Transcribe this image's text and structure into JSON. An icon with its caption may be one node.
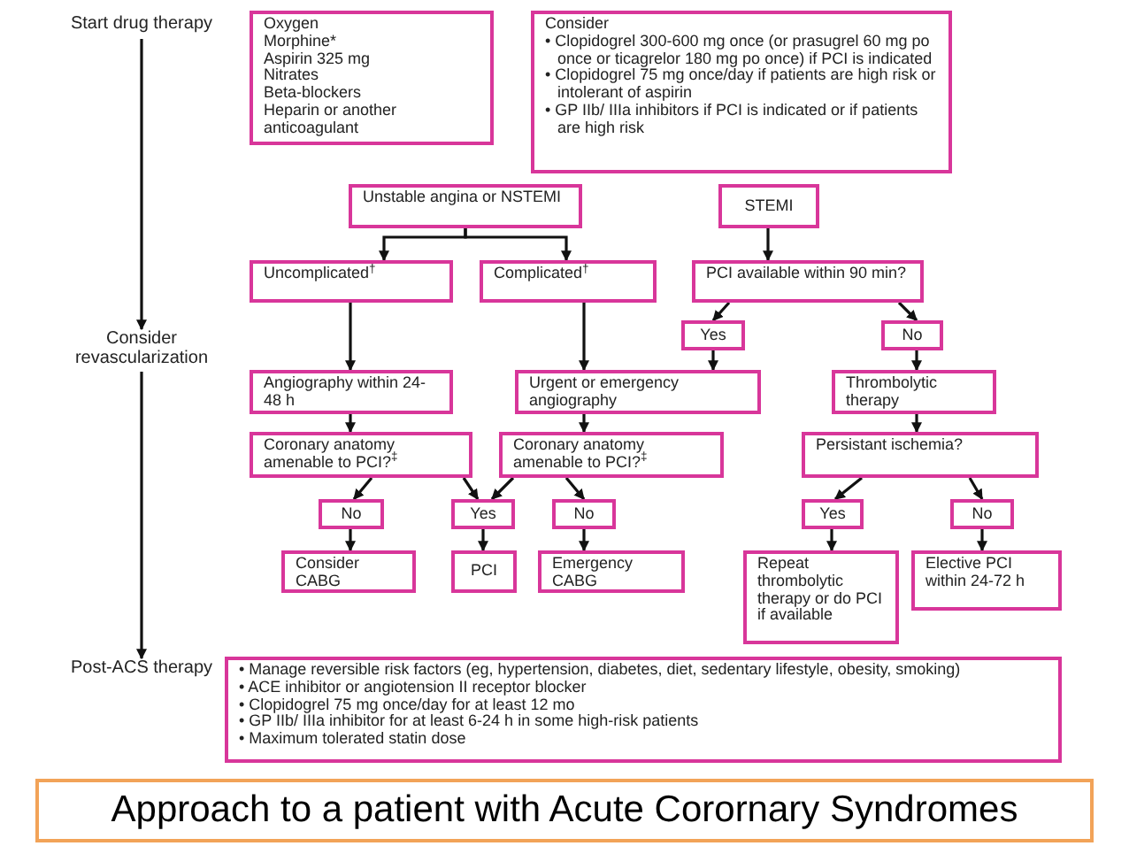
{
  "diagram": {
    "caption": "Approach to a patient with Acute Corornary Syndromes",
    "nodes": [
      {
        "text": [
          "Oxygen",
          "Morphine*",
          "Aspirin 325 mg",
          "Nitrates",
          "Beta-blockers",
          "Heparin or another anticoagulant"
        ]
      },
      {
        "text": [
          "Consider",
          "• Clopidogrel 300-600 mg once (or prasugrel 60 mg po once or ticagrelor 180 mg po once) if PCI is indicated",
          "• Clopidogrel 75 mg once/day if patients are high risk or intolerant of aspirin",
          "• GP IIb/ IIIa inhibitors if PCI is indicated or if patients are high risk"
        ]
      },
      {
        "text": [
          "Unstable angina or NSTEMI"
        ]
      },
      {
        "text": [
          "STEMI"
        ]
      },
      {
        "text": [
          "Uncomplicated$^{†}$"
        ]
      },
      {
        "text": [
          "Complicated$^{†}$"
        ]
      },
      {
        "text": [
          "PCI available within 90 min?"
        ]
      },
      {
        "text": [
          "Yes"
        ]
      },
      {
        "text": [
          "No"
        ]
      },
      {
        "text": [
          "Angiography within 24-48 h"
        ]
      },
      {
        "text": [
          "Urgent or emergency angiography"
        ]
      },
      {
        "text": [
          "Thrombolytic therapy"
        ]
      },
      {
        "text": [
          "Coronary anatomy amenable to PCI?$^{‡}$"
        ]
      },
      {
        "text": [
          "Coronary anatomy amenable to PCI?$^{‡}$"
        ]
      },
      {
        "text": [
          "Persistant ischemia?"
        ]
      },
      {
        "text": [
          "No"
        ]
      },
      {
        "text": [
          "Yes"
        ]
      },
      {
        "text": [
          "No"
        ]
      },
      {
        "text": [
          "Yes"
        ]
      },
      {
        "text": [
          "No"
        ]
      },
      {
        "text": [
          "Consider CABG"
        ]
      },
      {
        "text": [
          "PCI"
        ]
      },
      {
        "text": [
          "Emergency CABG"
        ]
      },
      {
        "text": [
          "Repeat thrombolytic therapy or do PCI if available"
        ]
      },
      {
        "text": [
          "Elective PCI within 24-72 h"
        ]
      },
      {
        "text": [
          "• Manage reversible risk factors (eg, hypertension, diabetes, diet, sedentary lifestyle, obesity, smoking)",
          "• ACE inhibitor or angiotension II receptor blocker",
          "• Clopidogrel 75 mg once/day for at least 12 mo",
          "• GP IIb/ IIIa inhibitor for at least 6-24 h in some high-risk patients",
          "• Maximum tolerated statin dose"
        ]
      },
      {
        "text": [
          "Start drug therapy"
        ]
      },
      {
        "text": [
          "Consider revascularization"
        ]
      },
      {
        "text": [
          "Post-ACS therapy"
        ]
      }
    ],
    "edges": [
      {
        "from": 2,
        "to": 4,
        "arrow": "to"
      },
      {
        "from": 2,
        "to": 5,
        "arrow": "to"
      },
      {
        "from": 3,
        "to": 6,
        "arrow": "to"
      },
      {
        "from": 6,
        "to": 7,
        "arrow": "to"
      },
      {
        "from": 6,
        "to": 8,
        "arrow": "to"
      },
      {
        "from": 7,
        "to": 10,
        "arrow": "to"
      },
      {
        "from": 8,
        "to": 11,
        "arrow": "to"
      },
      {
        "from": 4,
        "to": 9,
        "arrow": "to"
      },
      {
        "from": 5,
        "to": 10,
        "arrow": "to"
      },
      {
        "from": 9,
        "to": 12,
        "arrow": "to"
      },
      {
        "from": 10,
        "to": 13,
        "arrow": "to"
      },
      {
        "from": 11,
        "to": 14,
        "arrow": "to"
      },
      {
        "from": 12,
        "to": 15,
        "arrow": "to"
      },
      {
        "from": 12,
        "to": 16,
        "arrow": "to"
      },
      {
        "from": 13,
        "to": 16,
        "arrow": "to"
      },
      {
        "from": 13,
        "to": 17,
        "arrow": "to"
      },
      {
        "from": 14,
        "to": 18,
        "arrow": "to"
      },
      {
        "from": 14,
        "to": 19,
        "arrow": "to"
      },
      {
        "from": 15,
        "to": 20,
        "arrow": "to"
      },
      {
        "from": 16,
        "to": 21,
        "arrow": "to"
      },
      {
        "from": 17,
        "to": 22,
        "arrow": "to"
      },
      {
        "from": 18,
        "to": 23,
        "arrow": "to"
      },
      {
        "from": 19,
        "to": 24,
        "arrow": "to"
      },
      {
        "from": 26,
        "to": 27,
        "arrow": "to"
      },
      {
        "from": 27,
        "to": 28,
        "arrow": "to"
      }
    ]
  }
}
